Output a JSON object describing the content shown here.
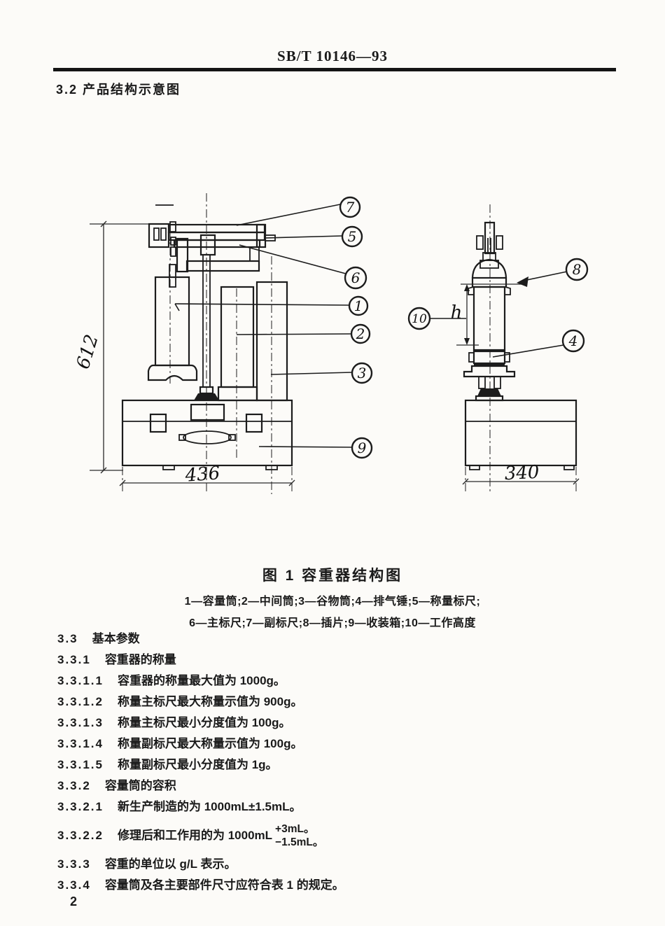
{
  "header": {
    "standard_code": "SB/T 10146—93"
  },
  "section": {
    "number_title": "3.2  产品结构示意图"
  },
  "figure": {
    "caption": "图 1  容重器结构图",
    "legend_line1": "1—容量筒;2—中间筒;3—谷物筒;4—排气锤;5—称量标尺;",
    "legend_line2": "6—主标尺;7—副标尺;8—插片;9—收装箱;10—工作高度",
    "dimensions": {
      "front_height": "612",
      "front_width": "436",
      "side_width": "340",
      "working_height_symbol": "h"
    },
    "callouts": {
      "front": [
        "7",
        "5",
        "6",
        "1",
        "2",
        "3",
        "9"
      ],
      "side": [
        "8",
        "10",
        "4"
      ]
    }
  },
  "body": {
    "lines": [
      {
        "num": "3.3",
        "text": "基本参数"
      },
      {
        "num": "3.3.1",
        "text": "容重器的称量"
      },
      {
        "num": "3.3.1.1",
        "text": "容重器的称量最大值为 1000g。"
      },
      {
        "num": "3.3.1.2",
        "text": "称量主标尺最大称量示值为 900g。"
      },
      {
        "num": "3.3.1.3",
        "text": "称量主标尺最小分度值为 100g。"
      },
      {
        "num": "3.3.1.4",
        "text": "称量副标尺最大称量示值为 100g。"
      },
      {
        "num": "3.3.1.5",
        "text": "称量副标尺最小分度值为 1g。"
      },
      {
        "num": "3.3.2",
        "text": "容量筒的容积"
      },
      {
        "num": "3.3.2.1",
        "text": "新生产制造的为 1000mL±1.5mL。"
      },
      {
        "num": "3.3.2.2",
        "text": "修理后和工作用的为 1000mL",
        "tolerance_plus": "+3mL。",
        "tolerance_minus": "−1.5mL。"
      },
      {
        "num": "3.3.3",
        "text": "容重的单位以 g/L 表示。"
      },
      {
        "num": "3.3.4",
        "text": "容量筒及各主要部件尺寸应符合表 1 的规定。"
      }
    ]
  },
  "footer": {
    "page_number": "2"
  }
}
